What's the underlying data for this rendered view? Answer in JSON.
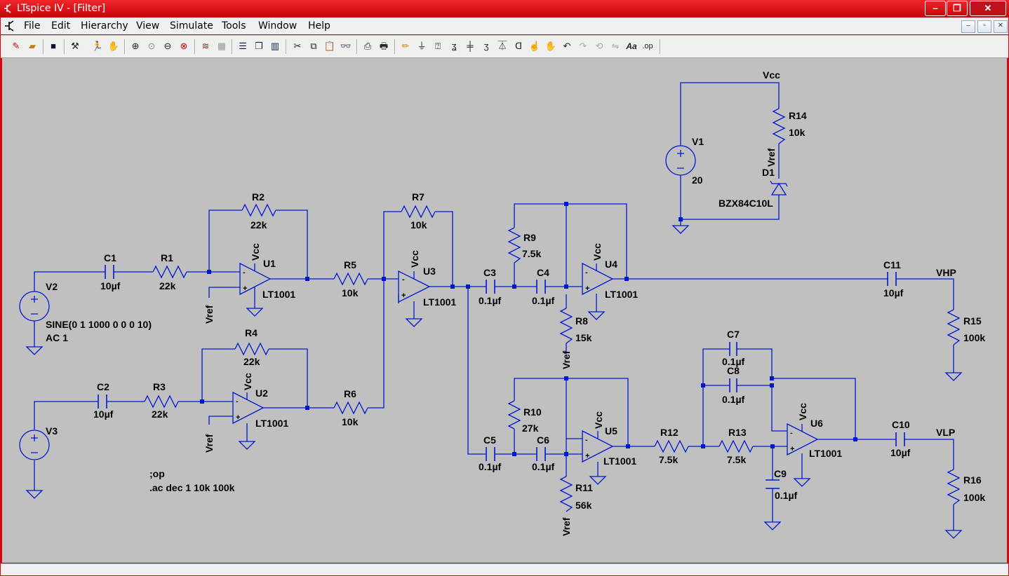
{
  "window": {
    "title": "LTspice IV - [Filter]",
    "minimize_glyph": "–",
    "maximize_glyph": "❐",
    "close_glyph": "✕"
  },
  "menu": [
    "File",
    "Edit",
    "Hierarchy",
    "View",
    "Simulate",
    "Tools",
    "Window",
    "Help"
  ],
  "mdi_controls": [
    "–",
    "▫",
    "✕"
  ],
  "toolbar_icons": [
    "new-schematic-icon",
    "open-icon",
    "save-icon",
    "hammer-icon",
    "run-icon",
    "halt-icon",
    "zoom-in-icon",
    "zoom-pan-icon",
    "zoom-out-icon",
    "zoom-fit-icon",
    "plot-icon",
    "plot-settings-icon",
    "tile-horizontal-icon",
    "cascade-icon",
    "tile-vertical-icon",
    "cut-icon",
    "copy-icon",
    "paste-icon",
    "find-icon",
    "print-setup-icon",
    "print-icon",
    "wire-icon",
    "ground-icon",
    "label-icon",
    "resistor-icon",
    "capacitor-icon",
    "inductor-icon",
    "diode-icon",
    "component-icon",
    "move-icon",
    "drag-icon",
    "undo-icon",
    "redo-icon",
    "rotate-icon",
    "mirror-icon",
    "text-icon",
    "spice-directive-icon"
  ],
  "toolbar_text": {
    "text_tool": "Aa",
    "directive_tool": ".op"
  },
  "schematic": {
    "nets": {
      "vcc": "Vcc",
      "vref": "Vref",
      "vhp": "VHP",
      "vlp": "VLP"
    },
    "labels": {
      "v1": "V1",
      "v1_val": "20",
      "v2": "V2",
      "v2_val1": "SINE(0 1 1000 0 0 0 10)",
      "v2_val2": "AC 1",
      "v3": "V3",
      "r1": "R1",
      "r1_val": "22k",
      "r2": "R2",
      "r2_val": "22k",
      "r3": "R3",
      "r3_val": "22k",
      "r4": "R4",
      "r4_val": "22k",
      "r5": "R5",
      "r5_val": "10k",
      "r6": "R6",
      "r6_val": "10k",
      "r7": "R7",
      "r7_val": "10k",
      "r8": "R8",
      "r8_val": "15k",
      "r9": "R9",
      "r9_val": "7.5k",
      "r10": "R10",
      "r10_val": "27k",
      "r11": "R11",
      "r11_val": "56k",
      "r12": "R12",
      "r12_val": "7.5k",
      "r13": "R13",
      "r13_val": "7.5k",
      "r14": "R14",
      "r14_val": "10k",
      "r15": "R15",
      "r15_val": "100k",
      "r16": "R16",
      "r16_val": "100k",
      "c1": "C1",
      "c1_val": "10µf",
      "c2": "C2",
      "c2_val": "10µf",
      "c3": "C3",
      "c3_val": "0.1µf",
      "c4": "C4",
      "c4_val": "0.1µf",
      "c5": "C5",
      "c5_val": "0.1µf",
      "c6": "C6",
      "c6_val": "0.1µf",
      "c7": "C7",
      "c7_val": "0.1µf",
      "c8": "C8",
      "c8_val": "0.1µf",
      "c9": "C9",
      "c9_val": "0.1µf",
      "c10": "C10",
      "c10_val": "10µf",
      "c11": "C11",
      "c11_val": "10µf",
      "d1": "D1",
      "d1_val": "BZX84C10L",
      "u1": "U1",
      "u2": "U2",
      "u3": "U3",
      "u4": "U4",
      "u5": "U5",
      "u6": "U6",
      "opamp_model": "LT1001"
    },
    "directives": {
      "op": ";op",
      "ac": ".ac dec 1 10k 100k"
    }
  }
}
